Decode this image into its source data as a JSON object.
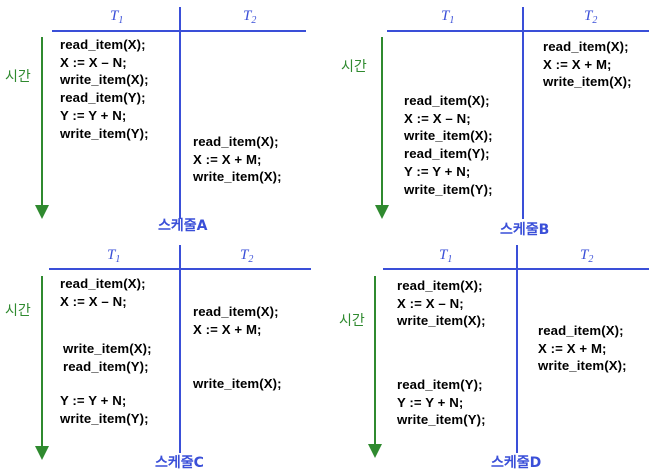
{
  "col_t1": "T",
  "col_t1_sub": "1",
  "col_t2": "T",
  "col_t2_sub": "2",
  "time_label": "시간",
  "schedules": {
    "A": {
      "caption": "스케줄A",
      "t1_ops": [
        "read_item(X);",
        "X := X – N;",
        "write_item(X);",
        "read_item(Y);",
        "Y := Y + N;",
        "write_item(Y);"
      ],
      "t2_ops": [
        "read_item(X);",
        "X := X + M;",
        "write_item(X);"
      ]
    },
    "B": {
      "caption": "스케줄B",
      "t1_ops": [
        "read_item(X);",
        "X := X – N;",
        "write_item(X);",
        "read_item(Y);",
        "Y := Y + N;",
        "write_item(Y);"
      ],
      "t2_ops": [
        "read_item(X);",
        "X := X + M;",
        "write_item(X);"
      ]
    },
    "C": {
      "caption": "스케줄C",
      "t1_ops_1": [
        "read_item(X);",
        "X := X – N;"
      ],
      "t1_ops_2": [
        "write_item(X);",
        "read_item(Y);"
      ],
      "t1_ops_3": [
        "Y := Y + N;",
        "write_item(Y);"
      ],
      "t2_ops_1": [
        "read_item(X);",
        "X := X + M;"
      ],
      "t2_ops_2": [
        "write_item(X);"
      ]
    },
    "D": {
      "caption": "스케줄D",
      "t1_ops_1": [
        "read_item(X);",
        "X := X – N;",
        "write_item(X);"
      ],
      "t1_ops_2": [
        "read_item(Y);",
        "Y := Y + N;",
        "write_item(Y);"
      ],
      "t2_ops": [
        "read_item(X);",
        "X := X + M;",
        "write_item(X);"
      ]
    }
  }
}
